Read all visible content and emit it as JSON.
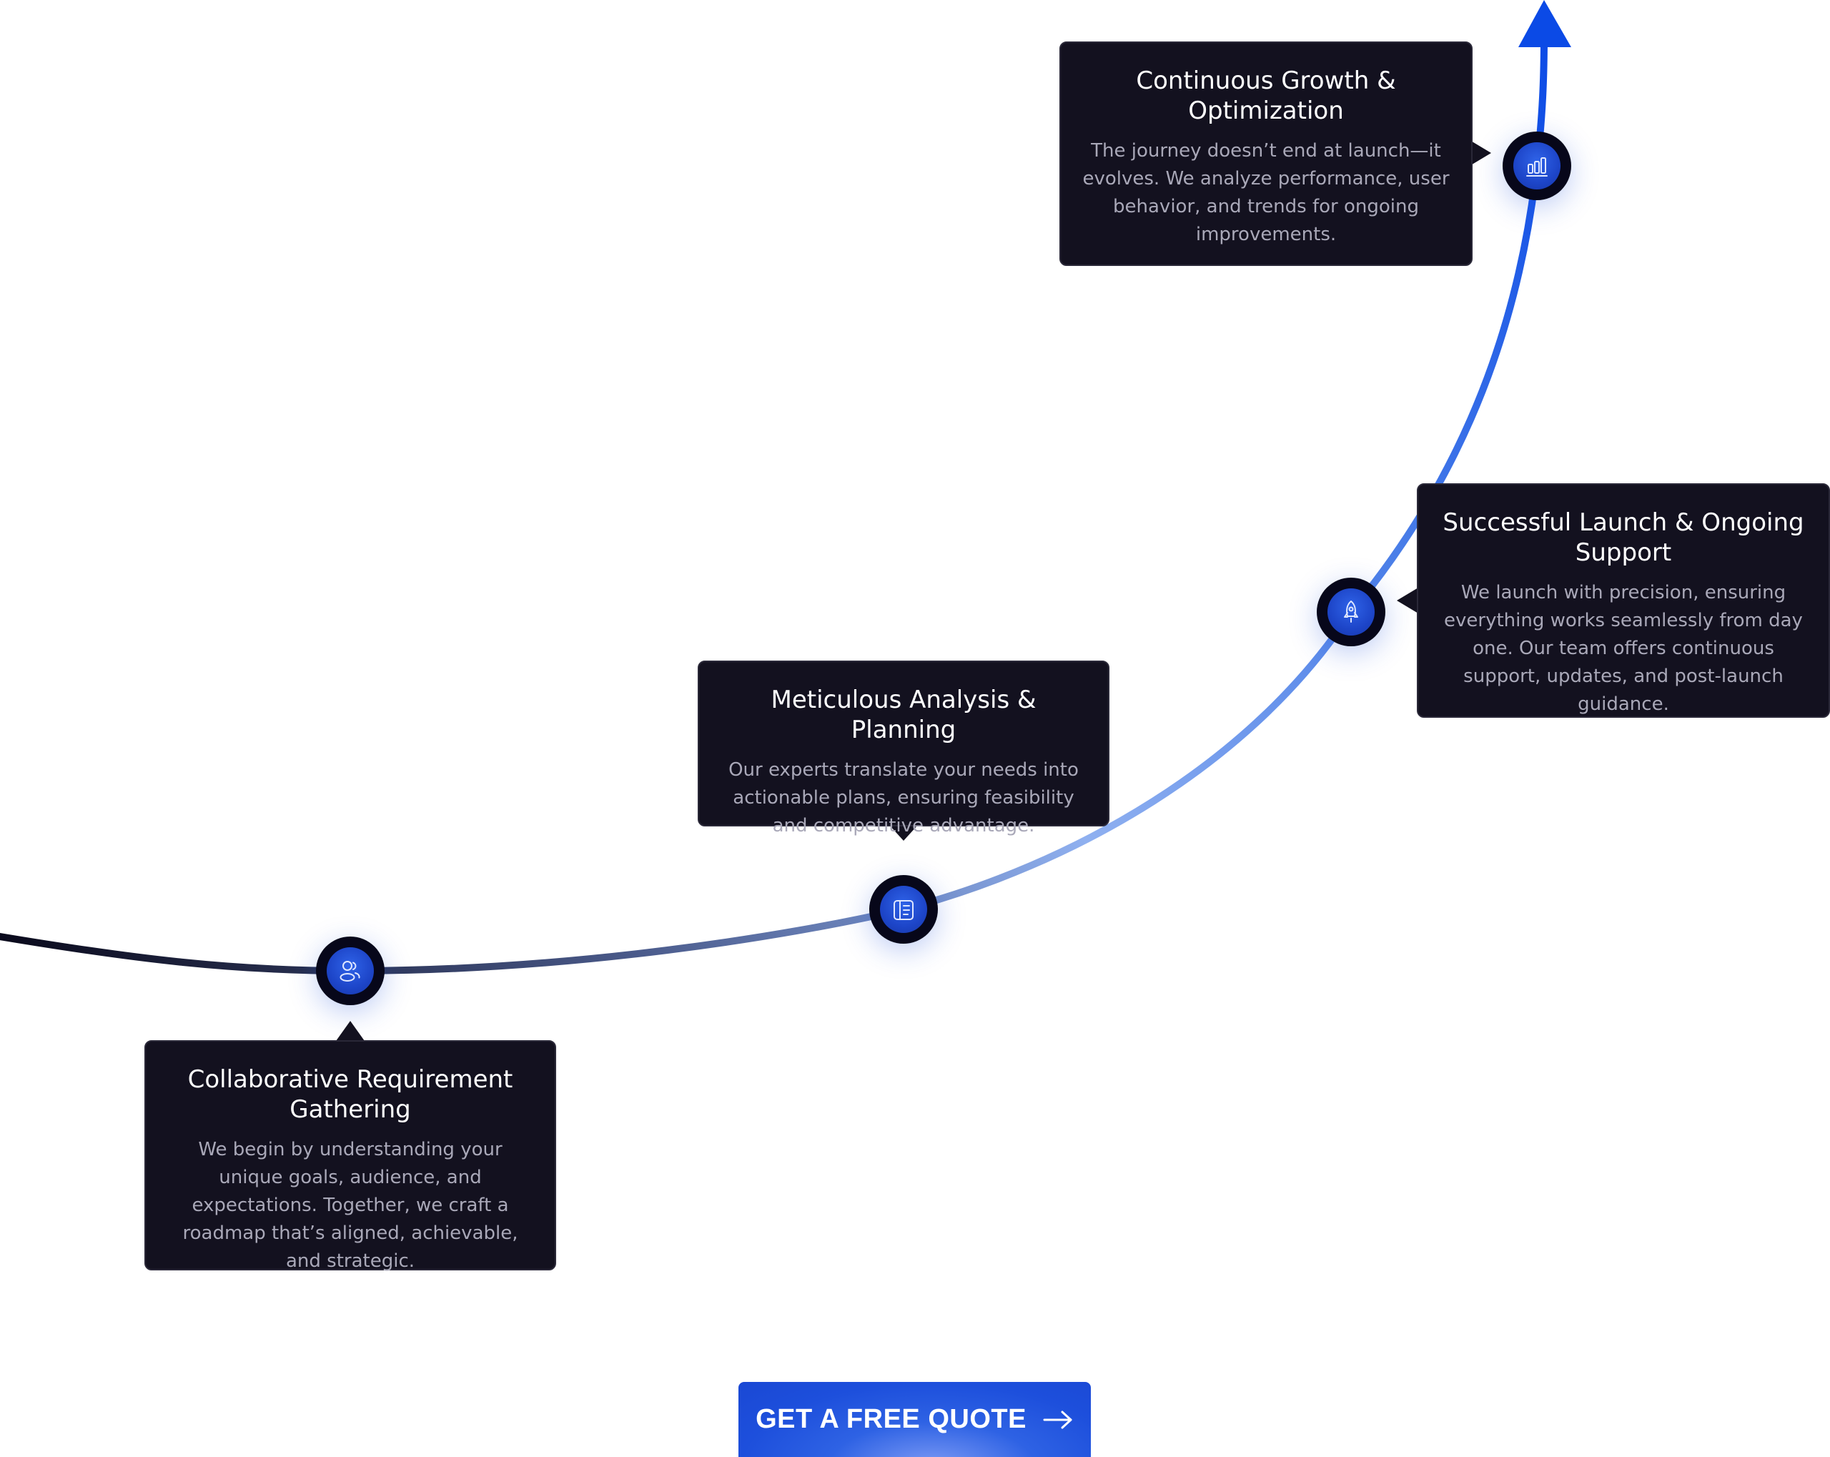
{
  "steps": [
    {
      "title": "Collaborative Requirement Gathering",
      "description": "We begin by understanding your unique goals, audience, and expectations. Together, we craft a roadmap that’s aligned, achievable, and strategic.",
      "icon": "users-icon"
    },
    {
      "title": "Meticulous Analysis & Planning",
      "description": "Our experts translate your needs into actionable plans, ensuring feasibility and competitive advantage.",
      "icon": "document-plan-icon"
    },
    {
      "title": "Successful Launch & Ongoing Support",
      "description": "We launch with precision, ensuring everything works seamlessly from day one. Our team offers continuous support, updates, and post-launch guidance.",
      "icon": "rocket-icon"
    },
    {
      "title": "Continuous Growth & Optimization",
      "description": "The journey doesn’t end at launch—it evolves. We analyze performance, user behavior, and trends for ongoing improvements.",
      "icon": "bar-chart-icon"
    }
  ],
  "cta": {
    "label": "GET A FREE QUOTE",
    "icon": "arrow-right-icon"
  },
  "colors": {
    "card_background": "#13111f",
    "curve_start": "#0a0a1c",
    "curve_mid": "#8fb0f0",
    "curve_end": "#0b4ae6",
    "accent": "#1d4fdc"
  }
}
